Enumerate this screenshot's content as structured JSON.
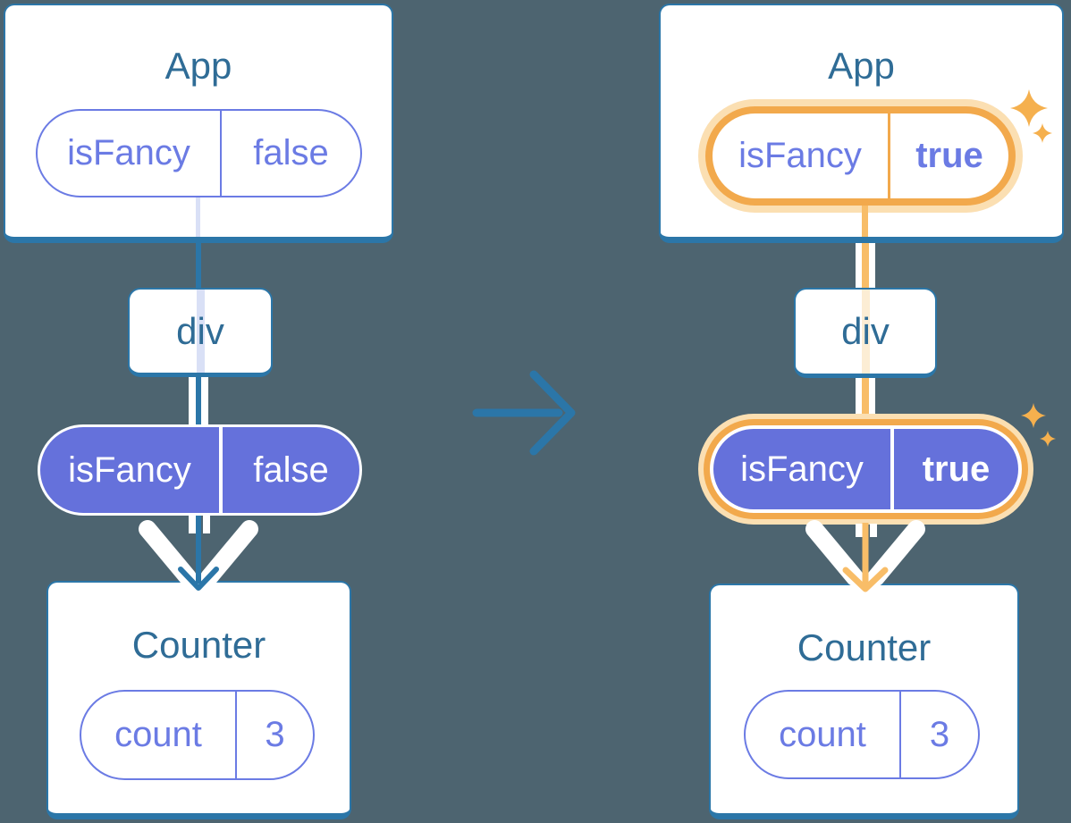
{
  "colors": {
    "background": "#4D6470",
    "steel_blue": "#2B76A8",
    "title_blue": "#2F6C96",
    "purple": "#6B7BE4",
    "purple_pill_fill": "#6571DB",
    "lavender_line": "#D9E0F6",
    "orange": "#F2A94C",
    "orange_line": "#F8BD68",
    "orange_glow": "#FBDFB2",
    "orange_pale_line": "#FCEDD4"
  },
  "icons": {
    "transition_arrow": "right-arrow-icon",
    "flow_arrow": "down-arrow-icon",
    "sparkle": "sparkle-icon"
  },
  "before_tree": {
    "app_card": {
      "title": "App",
      "prop_pill": {
        "key": "isFancy",
        "value": "false"
      }
    },
    "div_node": {
      "label": "div"
    },
    "prop_pill": {
      "key": "isFancy",
      "value": "false"
    },
    "counter_card": {
      "title": "Counter",
      "state_pill": {
        "key": "count",
        "value": "3"
      }
    }
  },
  "after_tree": {
    "app_card": {
      "title": "App",
      "prop_pill": {
        "key": "isFancy",
        "value": "true"
      }
    },
    "div_node": {
      "label": "div"
    },
    "prop_pill": {
      "key": "isFancy",
      "value": "true"
    },
    "counter_card": {
      "title": "Counter",
      "state_pill": {
        "key": "count",
        "value": "3"
      }
    }
  }
}
